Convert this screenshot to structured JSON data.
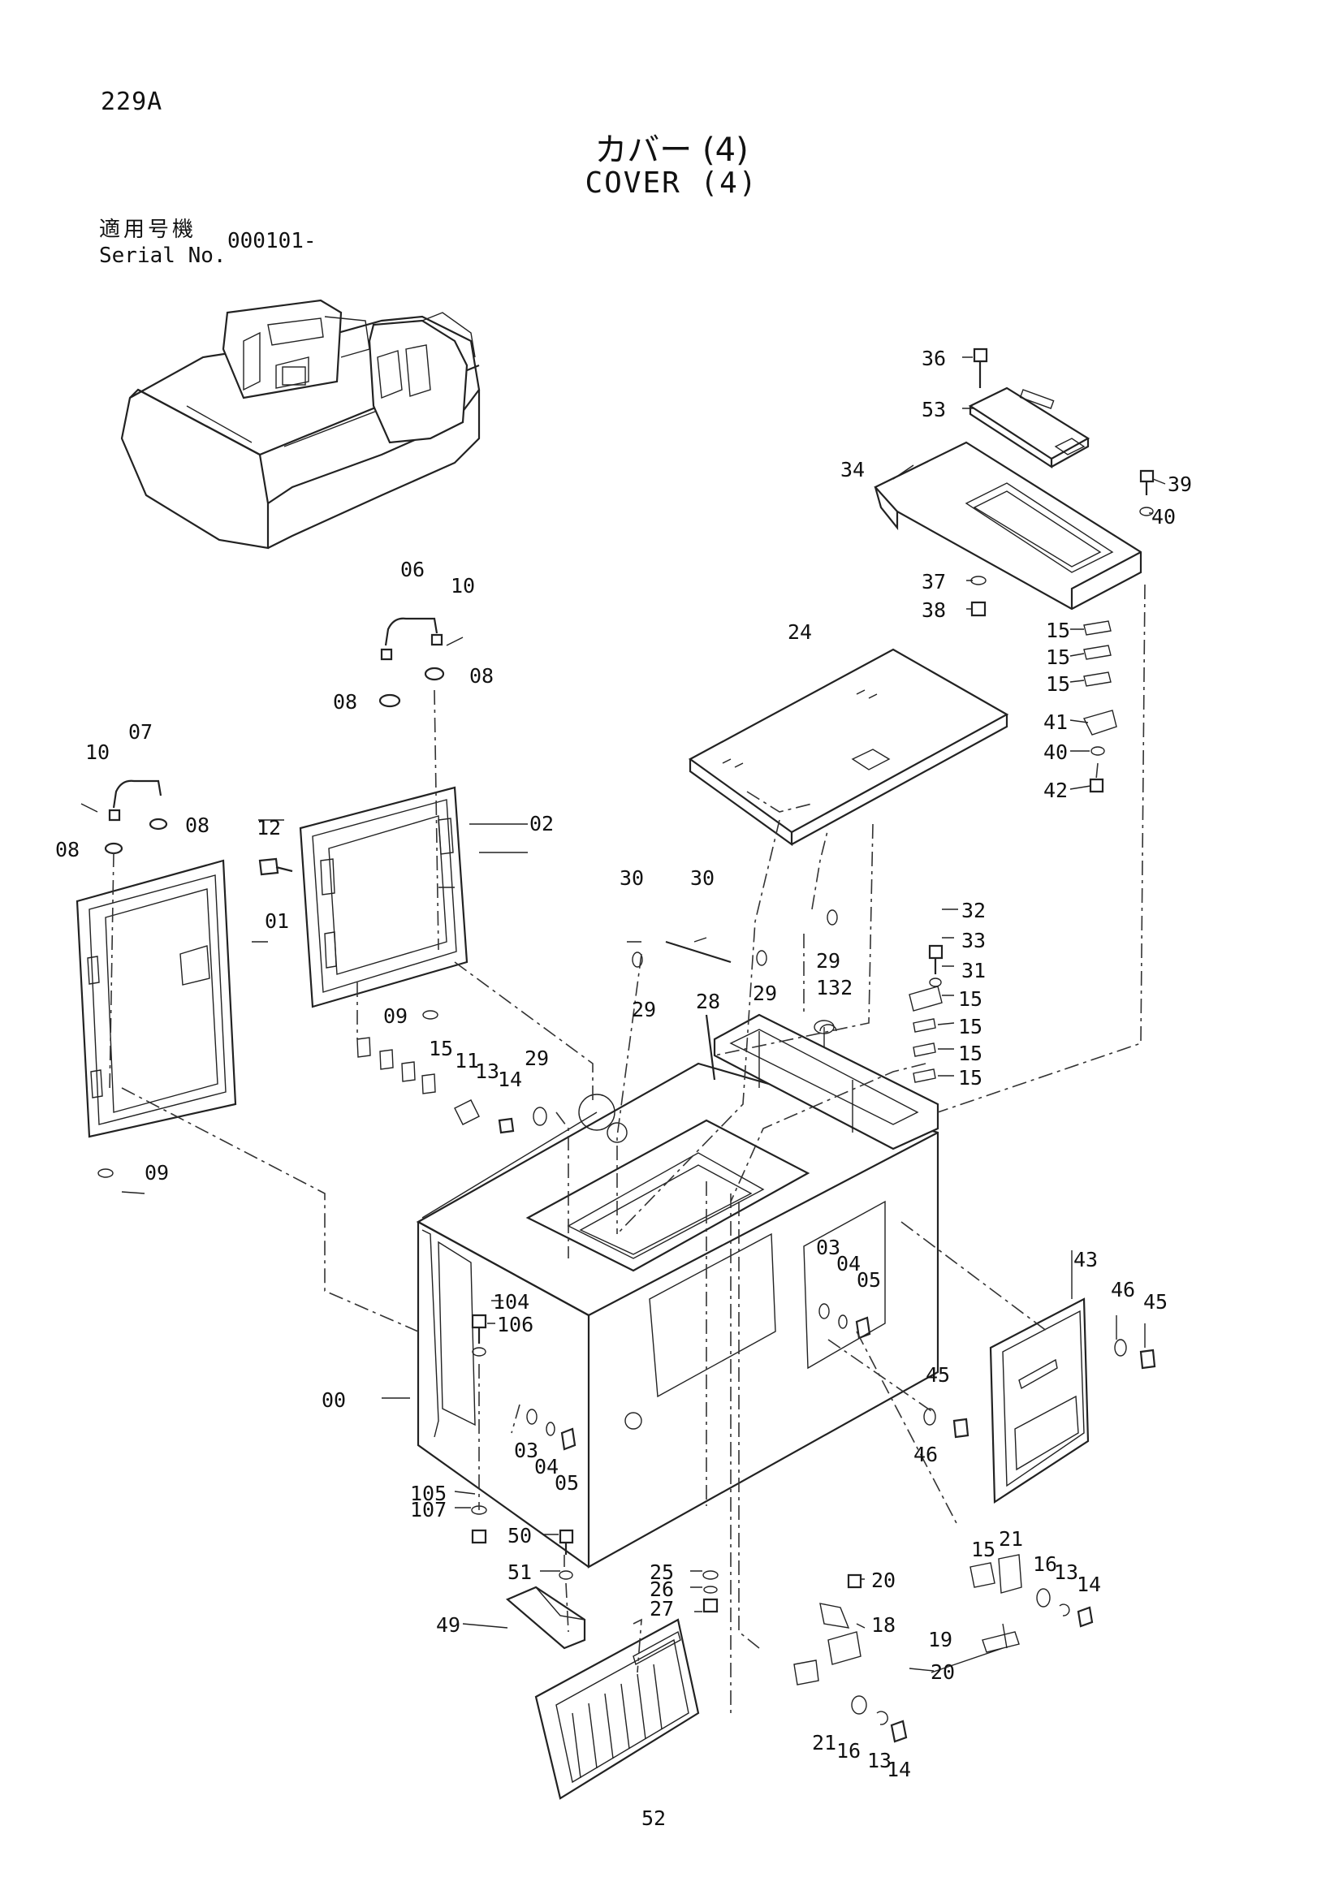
{
  "header": {
    "page_number": "229A",
    "title_jp": "カバー (4)",
    "title_en": "COVER (4)",
    "serial_label_jp": "適用号機",
    "serial_label_en": "Serial No.",
    "serial_value": "000101-"
  },
  "callouts": [
    {
      "id": "c00",
      "text": "00"
    },
    {
      "id": "c01",
      "text": "01"
    },
    {
      "id": "c02",
      "text": "02"
    },
    {
      "id": "c03a",
      "text": "03"
    },
    {
      "id": "c03b",
      "text": "03"
    },
    {
      "id": "c04a",
      "text": "04"
    },
    {
      "id": "c04b",
      "text": "04"
    },
    {
      "id": "c05a",
      "text": "05"
    },
    {
      "id": "c05b",
      "text": "05"
    },
    {
      "id": "c06",
      "text": "06"
    },
    {
      "id": "c07",
      "text": "07"
    },
    {
      "id": "c08a",
      "text": "08"
    },
    {
      "id": "c08b",
      "text": "08"
    },
    {
      "id": "c08c",
      "text": "08"
    },
    {
      "id": "c08d",
      "text": "08"
    },
    {
      "id": "c09a",
      "text": "09"
    },
    {
      "id": "c09b",
      "text": "09"
    },
    {
      "id": "c10a",
      "text": "10"
    },
    {
      "id": "c10b",
      "text": "10"
    },
    {
      "id": "c11",
      "text": "11"
    },
    {
      "id": "c12",
      "text": "12"
    },
    {
      "id": "c13a",
      "text": "13"
    },
    {
      "id": "c13b",
      "text": "13"
    },
    {
      "id": "c13c",
      "text": "13"
    },
    {
      "id": "c14a",
      "text": "14"
    },
    {
      "id": "c14b",
      "text": "14"
    },
    {
      "id": "c14c",
      "text": "14"
    },
    {
      "id": "c15a",
      "text": "15"
    },
    {
      "id": "c15b",
      "text": "15"
    },
    {
      "id": "c15c",
      "text": "15"
    },
    {
      "id": "c15d",
      "text": "15"
    },
    {
      "id": "c15e",
      "text": "15"
    },
    {
      "id": "c15f",
      "text": "15"
    },
    {
      "id": "c15g",
      "text": "15"
    },
    {
      "id": "c15h",
      "text": "15"
    },
    {
      "id": "c15i",
      "text": "15"
    },
    {
      "id": "c16a",
      "text": "16"
    },
    {
      "id": "c16b",
      "text": "16"
    },
    {
      "id": "c18",
      "text": "18"
    },
    {
      "id": "c19",
      "text": "19"
    },
    {
      "id": "c20a",
      "text": "20"
    },
    {
      "id": "c20b",
      "text": "20"
    },
    {
      "id": "c21a",
      "text": "21"
    },
    {
      "id": "c21b",
      "text": "21"
    },
    {
      "id": "c24",
      "text": "24"
    },
    {
      "id": "c25",
      "text": "25"
    },
    {
      "id": "c26",
      "text": "26"
    },
    {
      "id": "c27",
      "text": "27"
    },
    {
      "id": "c28",
      "text": "28"
    },
    {
      "id": "c29a",
      "text": "29"
    },
    {
      "id": "c29b",
      "text": "29"
    },
    {
      "id": "c29c",
      "text": "29"
    },
    {
      "id": "c29d",
      "text": "29"
    },
    {
      "id": "c30a",
      "text": "30"
    },
    {
      "id": "c30b",
      "text": "30"
    },
    {
      "id": "c31",
      "text": "31"
    },
    {
      "id": "c32",
      "text": "32"
    },
    {
      "id": "c33",
      "text": "33"
    },
    {
      "id": "c34",
      "text": "34"
    },
    {
      "id": "c36",
      "text": "36"
    },
    {
      "id": "c37",
      "text": "37"
    },
    {
      "id": "c38",
      "text": "38"
    },
    {
      "id": "c39",
      "text": "39"
    },
    {
      "id": "c40a",
      "text": "40"
    },
    {
      "id": "c40b",
      "text": "40"
    },
    {
      "id": "c41",
      "text": "41"
    },
    {
      "id": "c42",
      "text": "42"
    },
    {
      "id": "c43",
      "text": "43"
    },
    {
      "id": "c45a",
      "text": "45"
    },
    {
      "id": "c45b",
      "text": "45"
    },
    {
      "id": "c46a",
      "text": "46"
    },
    {
      "id": "c46b",
      "text": "46"
    },
    {
      "id": "c49",
      "text": "49"
    },
    {
      "id": "c50",
      "text": "50"
    },
    {
      "id": "c51",
      "text": "51"
    },
    {
      "id": "c52",
      "text": "52"
    },
    {
      "id": "c53",
      "text": "53"
    },
    {
      "id": "c104",
      "text": "104"
    },
    {
      "id": "c105",
      "text": "105"
    },
    {
      "id": "c106",
      "text": "106"
    },
    {
      "id": "c107",
      "text": "107"
    },
    {
      "id": "c132",
      "text": "132"
    }
  ]
}
